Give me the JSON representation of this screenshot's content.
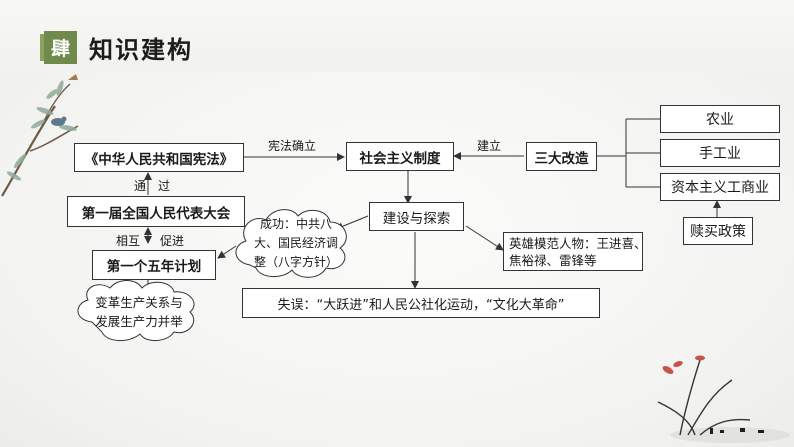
{
  "header": {
    "badge": "肆",
    "title": "知识建构"
  },
  "nodes": {
    "constitution": "《中华人民共和国宪法》",
    "socialist_system": "社会主义制度",
    "three_reforms": "三大改造",
    "agriculture": "农业",
    "handicraft": "手工业",
    "capitalist_industry": "资本主义工商业",
    "redemption_policy": "赎买政策",
    "npc": "第一届全国人民代表大会",
    "five_year_plan": "第一个五年计划",
    "construction": "建设与探索",
    "success_line1": "成功：中共八",
    "success_line2": "大、国民经济调",
    "success_line3": "整（八字方针）",
    "heroes_line1": "英雄模范人物：王进喜、",
    "heroes_line2": "焦裕禄、雷锋等",
    "mistakes": "失误：“大跃进”和人民公社化运动，“文化大革命”",
    "reform_line1": "变革生产关系与",
    "reform_line2": "发展生产力并举"
  },
  "edge_labels": {
    "constitution_confirms": "宪法确立",
    "establish": "建立",
    "through": "通　过",
    "mutual": "相互",
    "promote": "促进"
  }
}
